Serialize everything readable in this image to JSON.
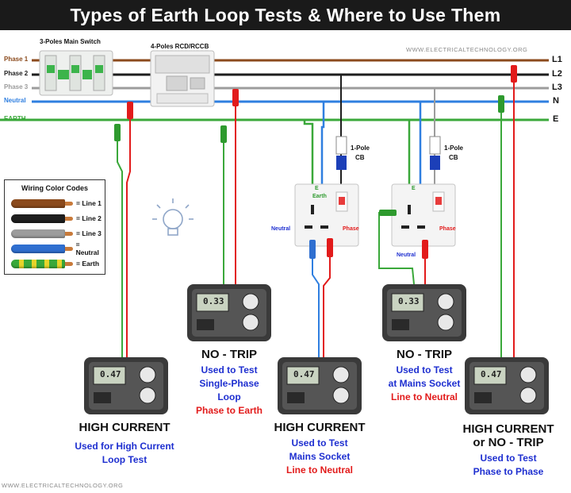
{
  "header": {
    "title": "Types of Earth Loop Tests & Where to Use Them"
  },
  "watermark": {
    "top": "WWW.ELECTRICALTECHNOLOGY.ORG",
    "bottom": "WWW.ELECTRICALTECHNOLOGY.ORG"
  },
  "devices": {
    "main_switch": "3-Poles Main Switch",
    "rcd": "4-Poles RCD/RCCB",
    "cb1": {
      "line1": "1-Pole",
      "line2": "CB"
    },
    "cb2": {
      "line1": "1-Pole",
      "line2": "CB"
    }
  },
  "phases": {
    "phase1": "Phase 1",
    "phase2": "Phase 2",
    "phase3": "Phase 3",
    "neutral": "Neutral",
    "earth": "EARTH"
  },
  "line_tags": {
    "l1": "L1",
    "l2": "L2",
    "l3": "L3",
    "n": "N",
    "e": "E"
  },
  "sockets": {
    "s1": {
      "earth": "Earth",
      "e": "E",
      "neutral": "Neutral",
      "phase": "Phase"
    },
    "s2": {
      "e": "E",
      "neutral": "Neutral",
      "phase": "Phase"
    }
  },
  "legend": {
    "title": "Wiring Color Codes",
    "items": [
      {
        "label": "= Line 1",
        "color": "#8b4a1c"
      },
      {
        "label": "= Line 2",
        "color": "#1e1e1e"
      },
      {
        "label": "= Line 3",
        "color": "#9c9c9c"
      },
      {
        "label": "= Neutral",
        "color": "#2f6fd0"
      },
      {
        "label": "= Earth",
        "color": "#39a83a"
      }
    ]
  },
  "testers": {
    "t1": {
      "reading": "0.47"
    },
    "t2": {
      "reading": "0.33"
    },
    "t3": {
      "reading": "0.47"
    },
    "t4": {
      "reading": "0.33"
    },
    "t5": {
      "reading": "0.47"
    }
  },
  "tests": {
    "t1": {
      "title": "HIGH CURRENT",
      "desc1": "Used for High Current",
      "desc2": "Loop Test"
    },
    "t2": {
      "title": "NO - TRIP",
      "desc1": "Used to Test",
      "desc2": "Single-Phase",
      "desc3": "Loop",
      "red": "Phase to Earth"
    },
    "t3": {
      "title": "HIGH CURRENT",
      "desc1": "Used to Test",
      "desc2": "Mains Socket",
      "red": "Line to Neutral"
    },
    "t4": {
      "title": "NO - TRIP",
      "desc1": "Used to Test",
      "desc2": "at Mains Socket",
      "red": "Line to Neutral"
    },
    "t5": {
      "title1": "HIGH CURRENT",
      "title2": "or  NO - TRIP",
      "desc1": "Used to Test",
      "desc2": "Phase to Phase"
    }
  },
  "colors": {
    "line1": "#8b4a1c",
    "line2": "#1e1e1e",
    "line3": "#9c9c9c",
    "neutral": "#2f7fe0",
    "earth": "#3aa83a",
    "probe_red": "#e21b1b",
    "probe_green": "#2e9a2e",
    "blue_text": "#1e2fd0"
  }
}
